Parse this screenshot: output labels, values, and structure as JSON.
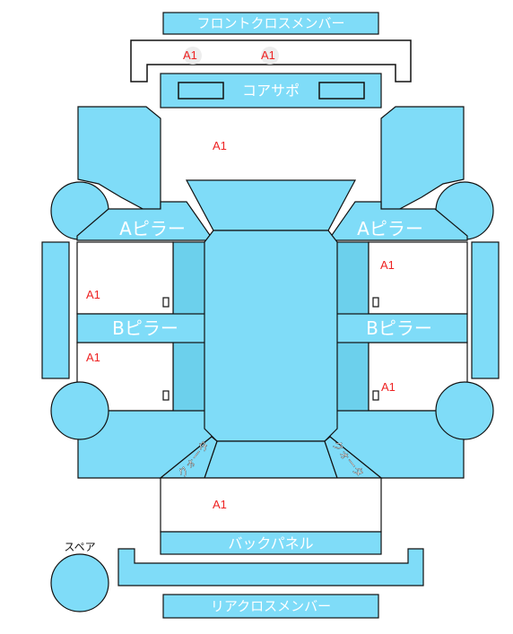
{
  "parts": {
    "front_cross_member": "フロントクロスメンバー",
    "core_support": "コアサポ",
    "a_pillar_left": "Aピラー",
    "a_pillar_right": "Aピラー",
    "b_pillar_left": "Bピラー",
    "b_pillar_right": "Bピラー",
    "quarter_left": "クォータ",
    "quarter_right": "クォータ",
    "back_panel": "バックパネル",
    "rear_cross_member": "リアクロスメンバー",
    "spare": "スペア"
  },
  "marker_label": "A1",
  "colors": {
    "panel": "#7fdcf8",
    "panel_dark": "#6cd0ec",
    "outline": "#111111",
    "marker": "#ee2222"
  }
}
